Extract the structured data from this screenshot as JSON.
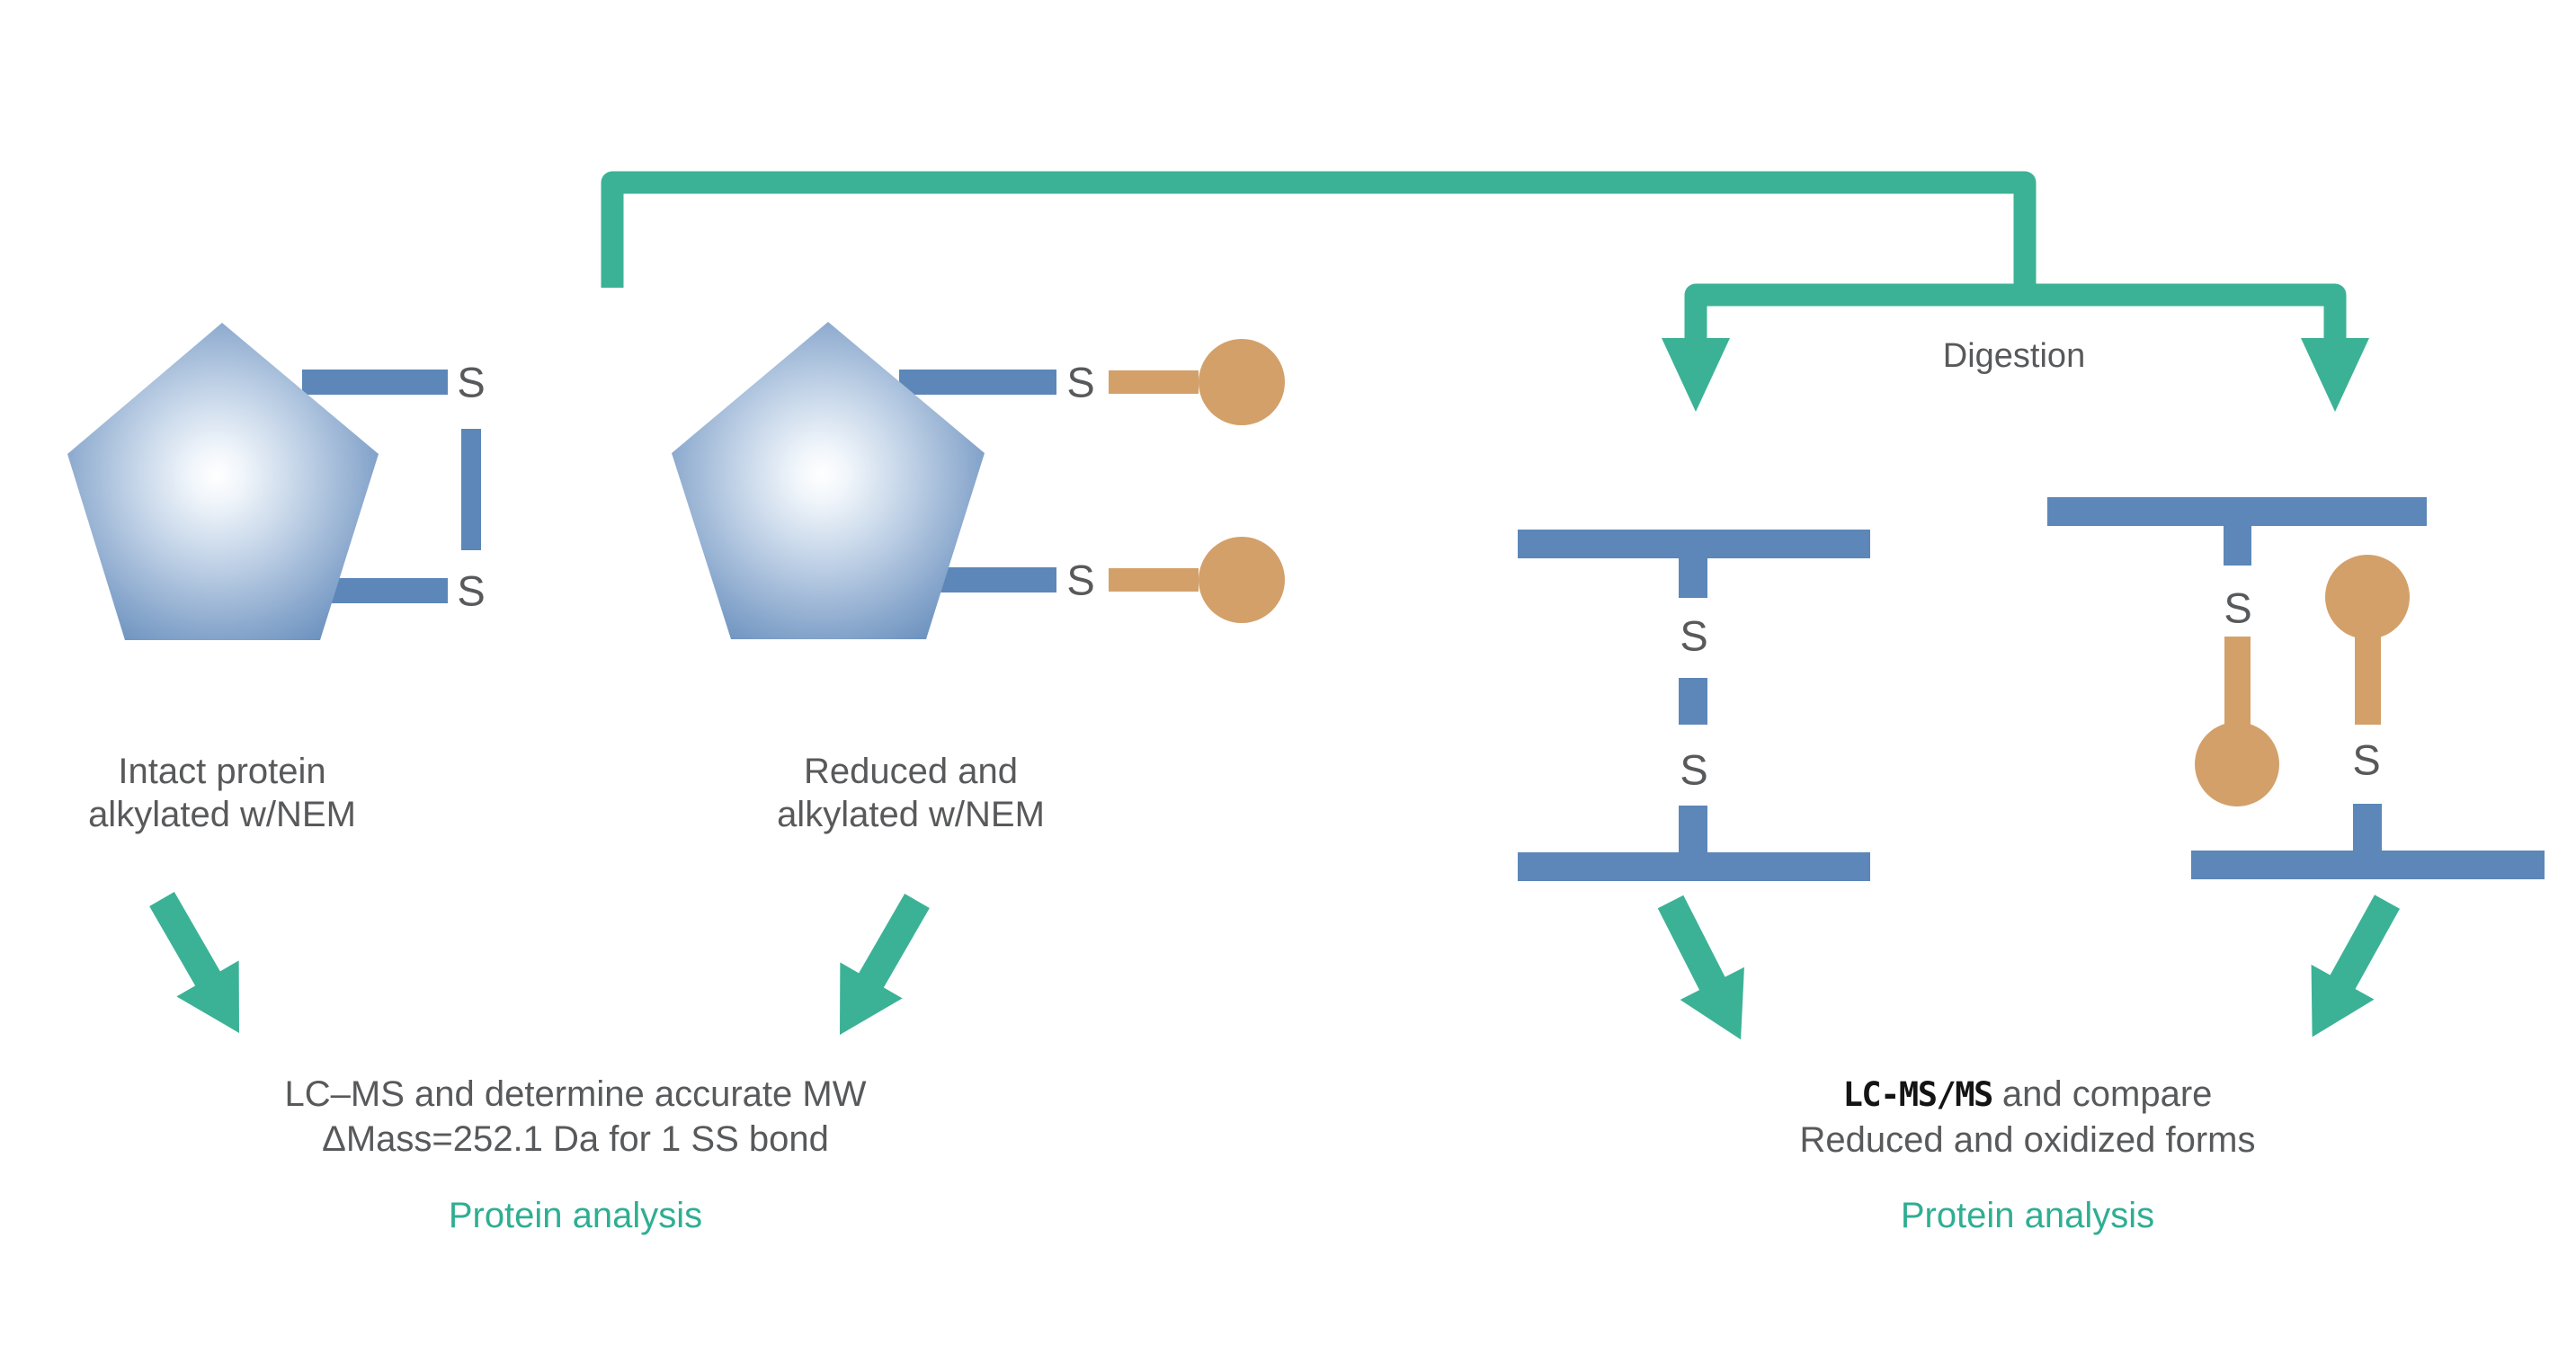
{
  "colors": {
    "bg": "#ffffff",
    "teal": "#3bb295",
    "tealtext": "#2fae92",
    "blue": "#5c87b8",
    "orange": "#d3a06a",
    "graytext": "#58595b",
    "blacktext": "#141414"
  },
  "labels": {
    "sulfur": "S",
    "digestion": "Digestion",
    "intact": {
      "line1": "Intact protein",
      "line2": "alkylated w/NEM"
    },
    "reduced": {
      "line1": "Reduced and",
      "line2": "alkylated w/NEM"
    },
    "left_result": {
      "line1": "LC–MS and determine accurate MW",
      "line2": "ΔMass=252.1 Da for 1 SS bond",
      "analysis": "Protein analysis"
    },
    "right_result": {
      "method": "LC-MS/MS",
      "line1_rest": " and compare",
      "line2": "Reduced and oxidized forms",
      "analysis": "Protein analysis"
    }
  }
}
